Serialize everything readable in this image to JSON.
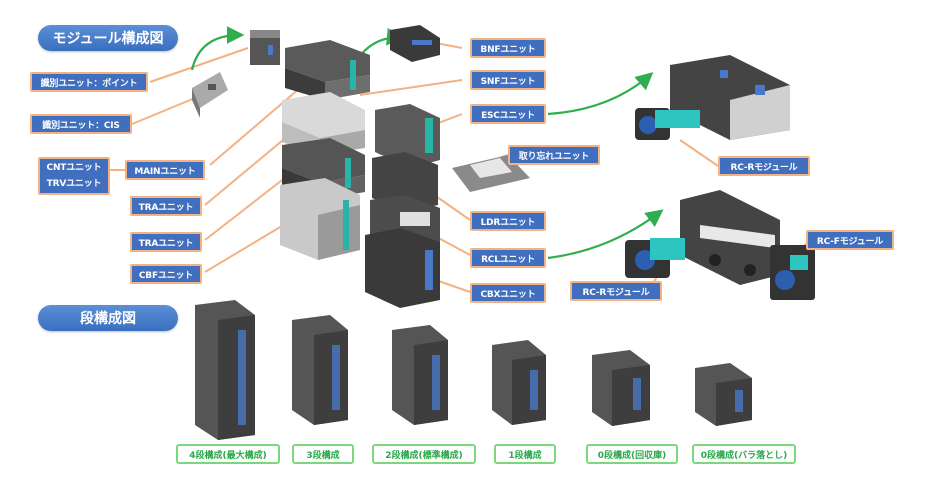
{
  "section_titles": {
    "module": "モジュール構成図",
    "stage": "段構成図"
  },
  "labels": {
    "id_point": "識別ユニット：ポイント",
    "id_cis": "識別ユニット：CIS",
    "cnt": "CNTユニット",
    "trv": "TRVユニット",
    "main": "MAINユニット",
    "tra1": "TRAユニット",
    "tra2": "TRAユニット",
    "cbf": "CBFユニット",
    "bnf": "BNFユニット",
    "snf": "SNFユニット",
    "esc": "ESCユニット",
    "torikoshi": "取り忘れユニット",
    "ldr": "LDRユニット",
    "rcl": "RCLユニット",
    "cbx": "CBXユニット",
    "rcr1": "RC-Rモジュール",
    "rcr2": "RC-Rモジュール",
    "rcf": "RC-Fモジュール"
  },
  "stage_configs": [
    "4段構成(最大構成)",
    "3段構成",
    "2段構成(標準構成)",
    "1段構成",
    "0段構成(回収庫)",
    "0段構成(バラ落とし)"
  ],
  "colors": {
    "label_bg": "#3f6fbe",
    "label_border": "#f4b183",
    "leader_line": "#f4b183",
    "arrow": "#2fae4f",
    "caption_text": "#2aa84a",
    "caption_border": "#7cd67c"
  }
}
